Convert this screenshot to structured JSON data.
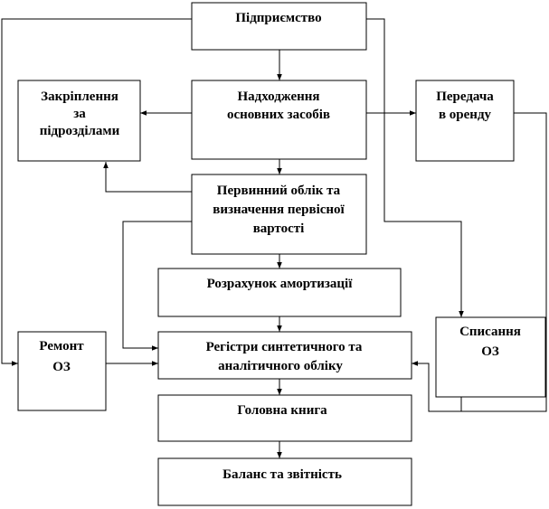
{
  "nodes": {
    "enterprise": [
      "Підприємство"
    ],
    "assignment": [
      "Закріплення",
      "за",
      "підрозділами"
    ],
    "receipt": [
      "Надходження",
      "основних засобів"
    ],
    "lease": [
      "Передача",
      "в оренду"
    ],
    "primary": [
      "Первинний облік та",
      "визначення первісної",
      "вартості"
    ],
    "depreciation": [
      "Розрахунок амортизації"
    ],
    "writeoff": [
      "Списання",
      "ОЗ"
    ],
    "repair": [
      "Ремонт",
      "ОЗ"
    ],
    "registers": [
      "Регістри синтетичного та",
      "аналітичного обліку"
    ],
    "ledger": [
      "Головна книга"
    ],
    "balance": [
      "Баланс та звітність"
    ]
  }
}
